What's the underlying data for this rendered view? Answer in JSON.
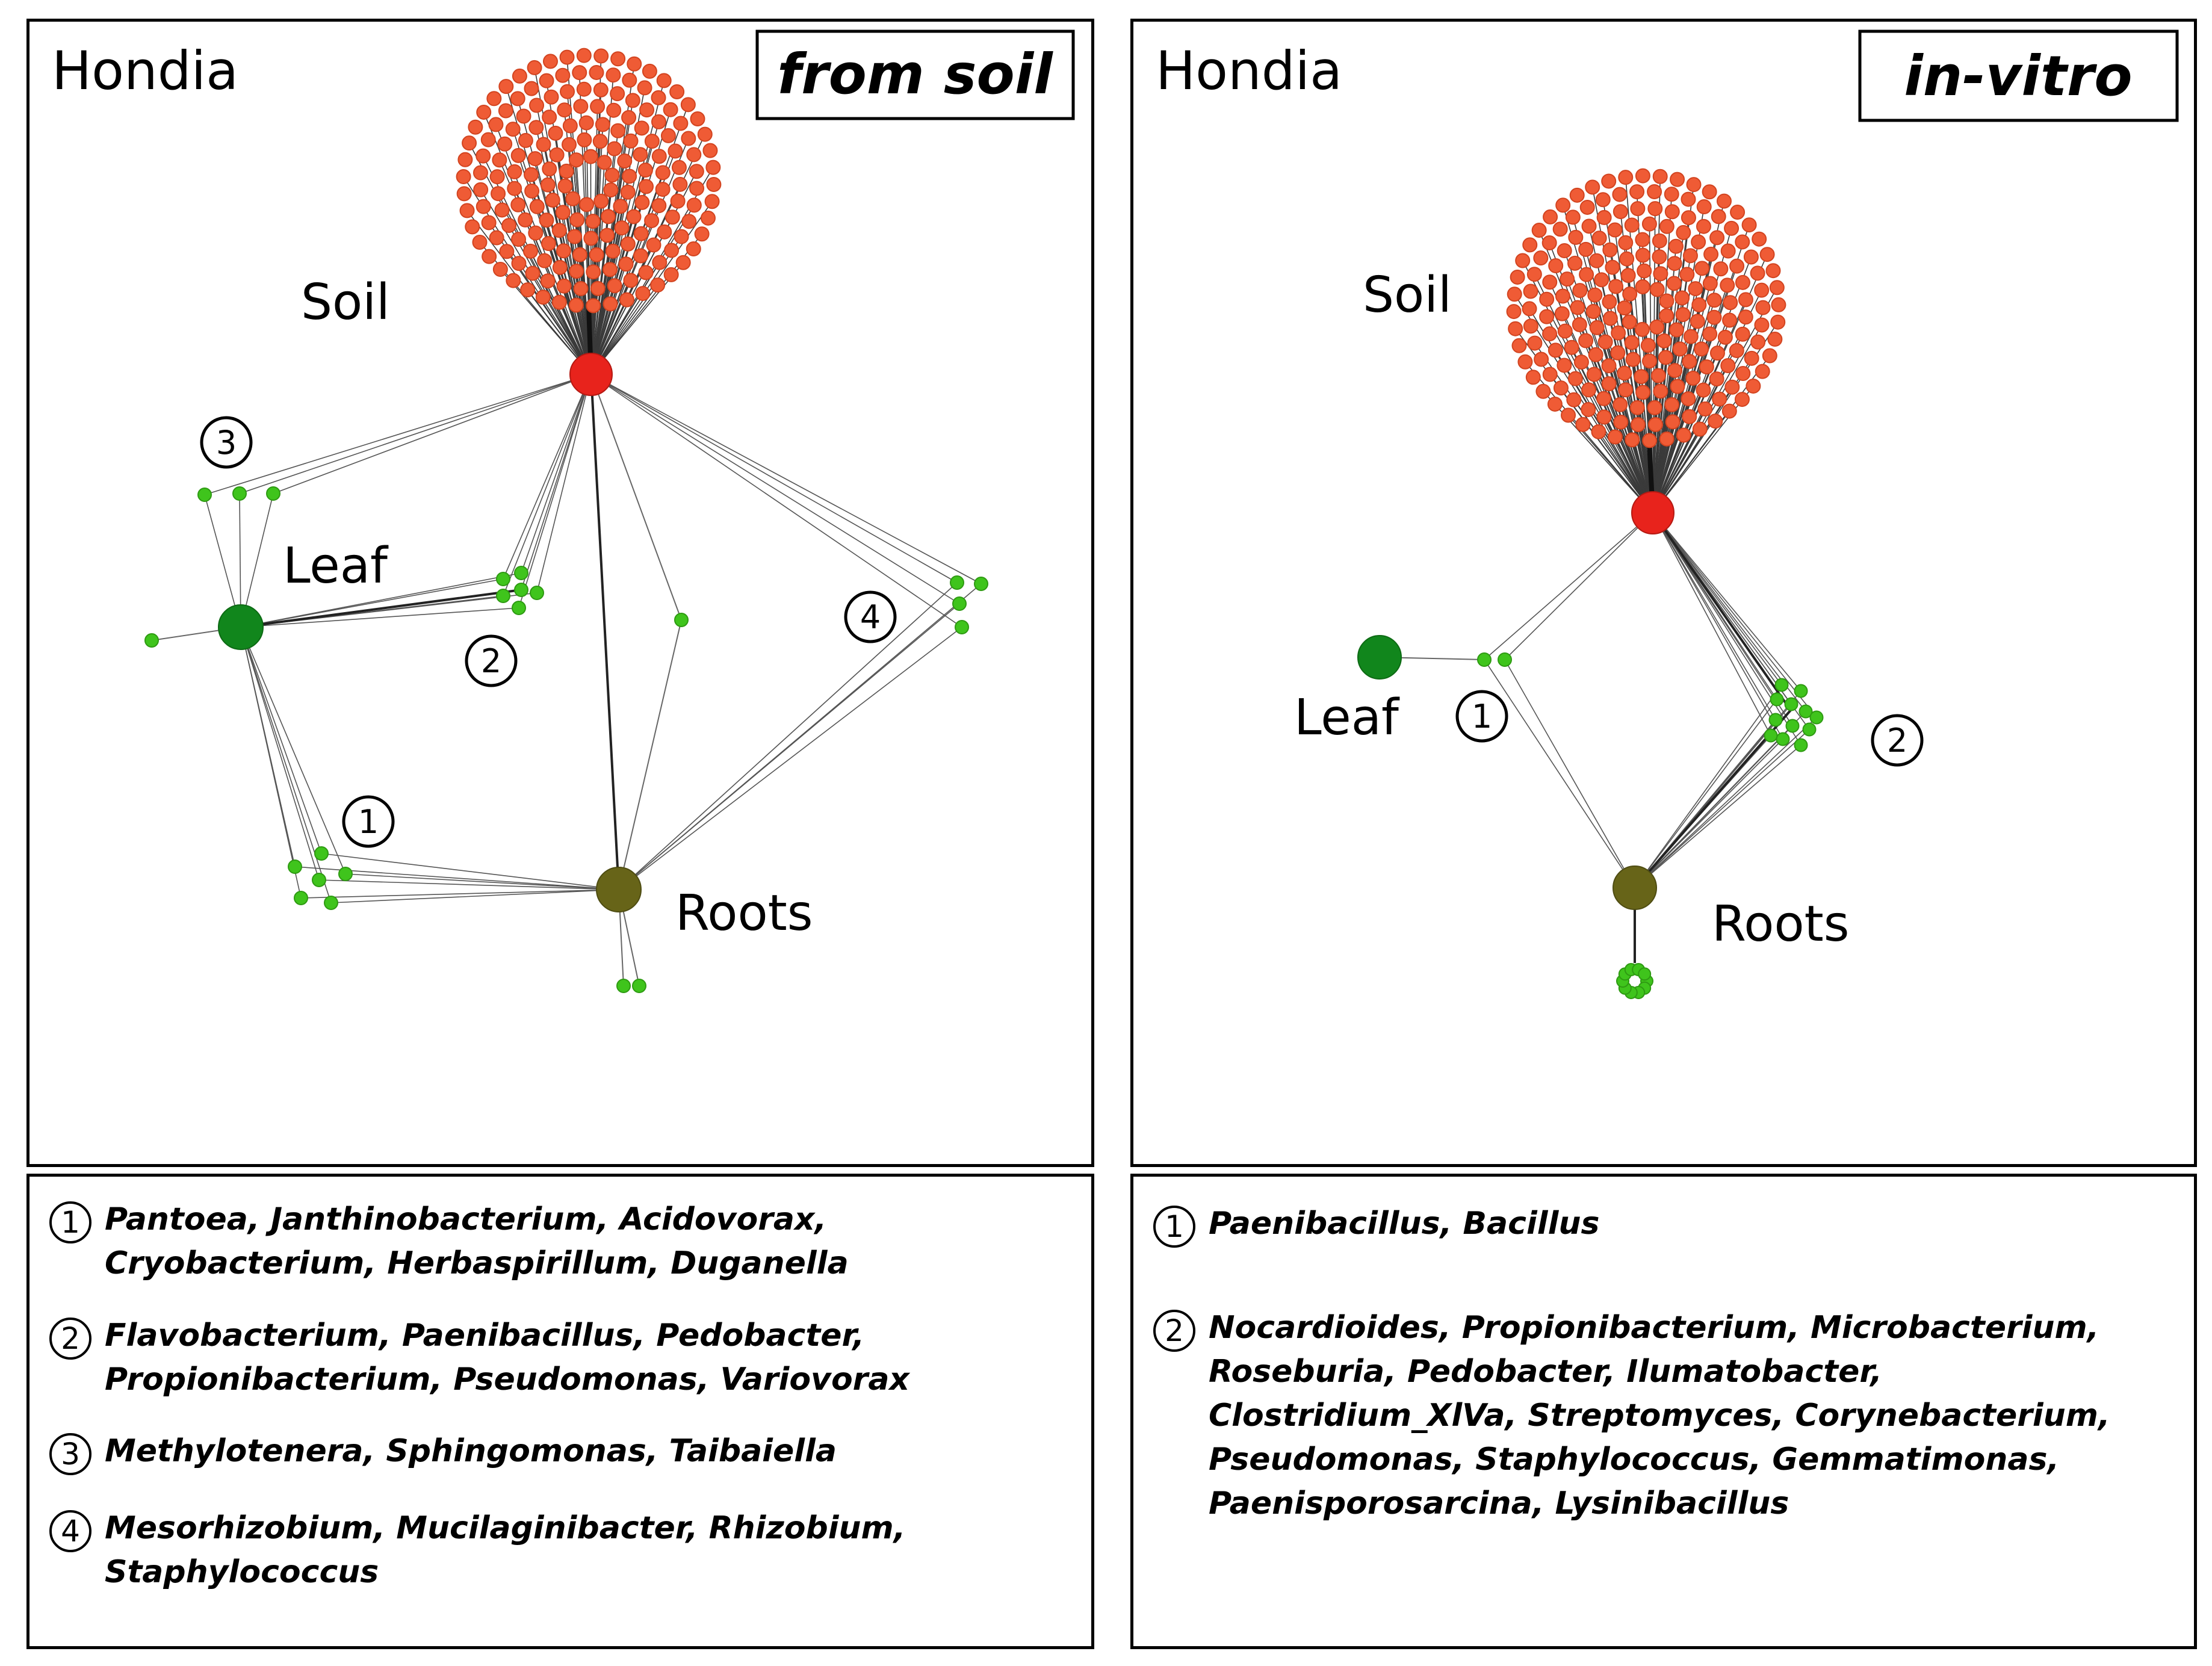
{
  "left": {
    "title": "Hondia",
    "condition": "from soil",
    "nodes": {
      "soil": "Soil",
      "leaf": "Leaf",
      "roots": "Roots"
    },
    "cluster_labels": [
      "1",
      "2",
      "3",
      "4"
    ]
  },
  "right": {
    "title": "Hondia",
    "condition": "in-vitro",
    "nodes": {
      "soil": "Soil",
      "leaf": "Leaf",
      "roots": "Roots"
    },
    "cluster_labels": [
      "1",
      "2"
    ]
  },
  "legend_left": [
    {
      "num": "1",
      "lines": [
        "Pantoea, Janthinobacterium, Acidovorax,",
        "Cryobacterium, Herbaspirillum, Duganella"
      ]
    },
    {
      "num": "2",
      "lines": [
        "Flavobacterium, Paenibacillus, Pedobacter,",
        "Propionibacterium, Pseudomonas, Variovorax"
      ]
    },
    {
      "num": "3",
      "lines": [
        "Methylotenera, Sphingomonas, Taibaiella"
      ]
    },
    {
      "num": "4",
      "lines": [
        "Mesorhizobium, Mucilaginibacter, Rhizobium,",
        "Staphylococcus"
      ]
    }
  ],
  "legend_right": [
    {
      "num": "1",
      "lines": [
        "Paenibacillus, Bacillus"
      ]
    },
    {
      "num": "2",
      "lines": [
        "Nocardioides, Propionibacterium, Microbacterium,",
        "Roseburia, Pedobacter, Ilumatobacter,",
        "Clostridium_XlVa, Streptomyces, Corynebacterium,",
        "Pseudomonas, Staphylococcus, Gemmatimonas,",
        "Paenisporosarcina, Lysinibacillus"
      ]
    }
  ],
  "colors": {
    "soil_hub": "#e8231c",
    "soil_cloud": "#ef5b35",
    "leaf_hub": "#11861c",
    "roots_hub": "#676418",
    "otu_green": "#3fc41c",
    "edge": "#555555"
  }
}
